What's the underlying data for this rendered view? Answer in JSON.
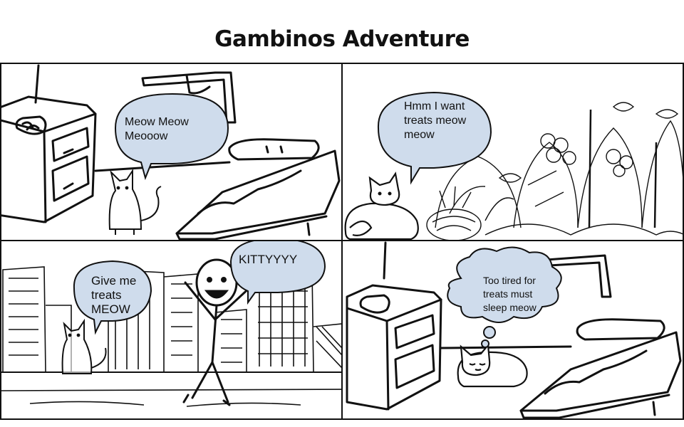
{
  "title": "Gambinos Adventure",
  "panels": [
    {
      "scene": "bedroom",
      "speech": "Meow Meow Meooow"
    },
    {
      "scene": "garden",
      "speech": "Hmm I want treats meow meow"
    },
    {
      "scene": "city",
      "speech_cat": "Give me treats MEOW",
      "speech_person": "KITTYYYY"
    },
    {
      "scene": "bedroom-sleep",
      "thought": "Too tired for treats must sleep meow"
    }
  ],
  "colors": {
    "bubble_fill": "#cfdcec",
    "ink": "#111111"
  }
}
